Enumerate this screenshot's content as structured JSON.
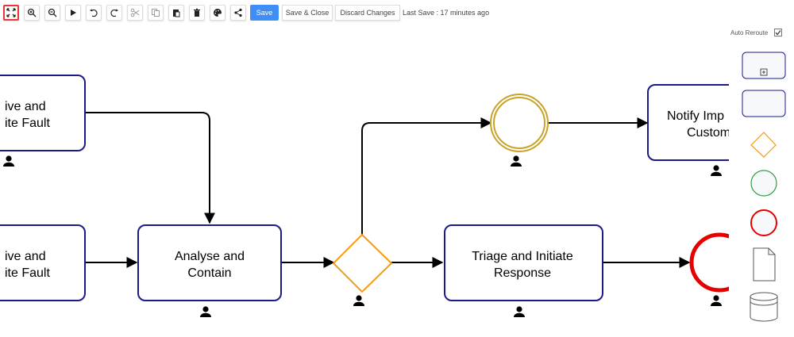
{
  "toolbar": {
    "icons": [
      "fit-screen-icon",
      "zoom-in-icon",
      "zoom-out-icon",
      "play-icon",
      "undo-icon",
      "redo-icon",
      "cut-icon",
      "copy-icon",
      "paste-icon",
      "delete-icon",
      "palette-icon",
      "share-icon"
    ],
    "save_label": "Save",
    "save_close_label": "Save & Close",
    "discard_label": "Discard Changes",
    "last_save_text": "Last Save : 17 minutes ago"
  },
  "palette": {
    "auto_reroute_label": "Auto Reroute",
    "auto_reroute_checked": true
  },
  "diagram": {
    "nodes": {
      "task_top_left": {
        "line1": "ive and",
        "line2": "ite Fault"
      },
      "task_bottom_left": {
        "line1": "ive and",
        "line2": "ite Fault"
      },
      "task_analyse": {
        "line1": "Analyse and",
        "line2": "Contain"
      },
      "task_triage": {
        "line1": "Triage and Initiate",
        "line2": "Response"
      },
      "task_notify": {
        "line1": "Notify Imp",
        "line2": "Custom"
      }
    },
    "colors": {
      "task_border": "#1a1a8a",
      "gateway": "#f39c12",
      "intermediate_event": "#c9a227",
      "end_event": "#e60000",
      "start_event_palette": "#2e9e3e",
      "save_button": "#3f8ef6",
      "active_border": "#e53935"
    }
  }
}
